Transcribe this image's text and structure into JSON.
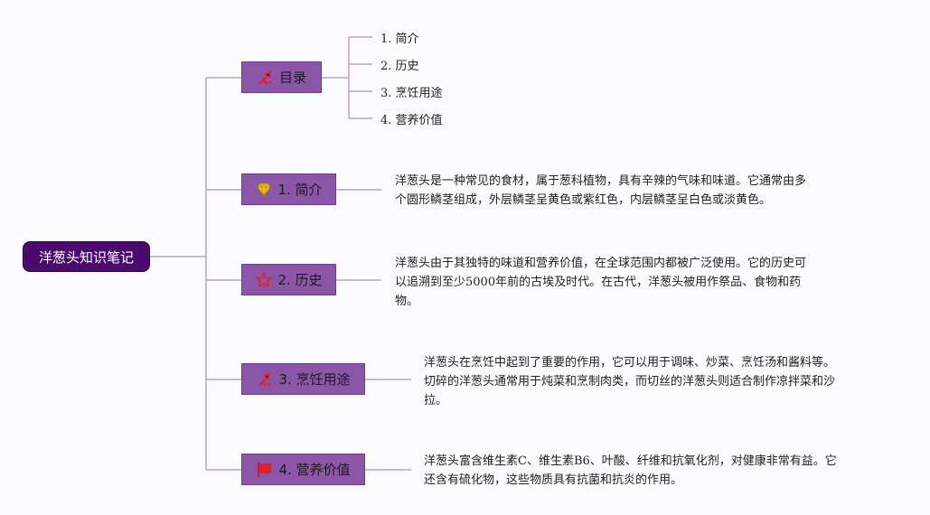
{
  "root": {
    "title": "洋葱头知识笔记"
  },
  "topics": [
    {
      "label": "目录",
      "icon": "tools-icon"
    },
    {
      "label": "1. 简介",
      "icon": "diamond-icon"
    },
    {
      "label": "2. 历史",
      "icon": "star-icon"
    },
    {
      "label": "3. 烹饪用途",
      "icon": "tools-icon"
    },
    {
      "label": "4. 营养价值",
      "icon": "flag-icon"
    }
  ],
  "toc": [
    "1. 简介",
    "2. 历史",
    "3. 烹饪用途",
    "4. 营养价值"
  ],
  "descriptions": [
    [
      "洋葱头是一种常见的食材，属于葱科植物，具有辛辣的气味和味道。它通常由多",
      "个圆形鳞茎组成，外层鳞茎呈黄色或紫红色，内层鳞茎呈白色或淡黄色。"
    ],
    [
      "洋葱头由于其独特的味道和营养价值，在全球范围内都被广泛使用。它的历史可",
      "以追溯到至少5000年前的古埃及时代。在古代，洋葱头被用作祭品、食物和药",
      "物。"
    ],
    [
      "洋葱头在烹饪中起到了重要的作用，它可以用于调味、炒菜、烹饪汤和酱料等。",
      "切碎的洋葱头通常用于炖菜和烹制肉类，而切丝的洋葱头则适合制作凉拌菜和沙",
      "拉。"
    ],
    [
      "洋葱头富含维生素C、维生素B6、叶酸、纤维和抗氧化剂，对健康非常有益。它",
      "还含有硫化物，这些物质具有抗菌和抗炎的作用。"
    ]
  ],
  "colors": {
    "root": "#4b0a6e",
    "topic": "#8b55a8",
    "line": "#b9a3c9",
    "icon_red": "#e0202a",
    "icon_gold": "#f3c623"
  }
}
